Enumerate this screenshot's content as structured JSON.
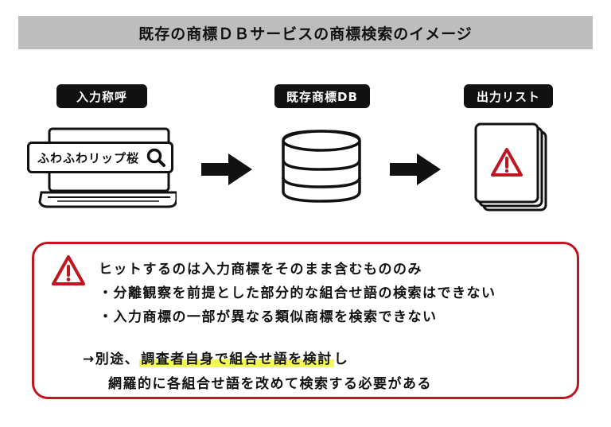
{
  "title": "既存の商標ＤＢサービスの商標検索のイメージ",
  "steps": [
    {
      "label": "入力称呼"
    },
    {
      "label": "既存商標DB"
    },
    {
      "label": "出力リスト"
    }
  ],
  "search_text": "ふわふわリップ桜",
  "icons": {
    "search": "search-icon",
    "laptop": "laptop-icon",
    "database": "database-icon",
    "documents": "documents-warning-icon",
    "arrow": "arrow-right-icon",
    "warning": "warning-icon"
  },
  "notice": {
    "heading": "ヒットするのは入力商標をそのまま含むもののみ",
    "bullet1": "・分離観察を前提とした部分的な組合せ語の検索はできない",
    "bullet2": "・入力商標の一部が異なる類似商標を検索できない",
    "conclusion_prefix": "→別途、",
    "conclusion_highlight": "調査者自身で組合せ語を検討",
    "conclusion_suffix": "し",
    "conclusion_line2": "網羅的に各組合せ語を改めて検索する必要がある"
  },
  "colors": {
    "accent_red": "#c0161f",
    "highlight": "#f3f75a",
    "title_bar": "#bdbdbd"
  }
}
